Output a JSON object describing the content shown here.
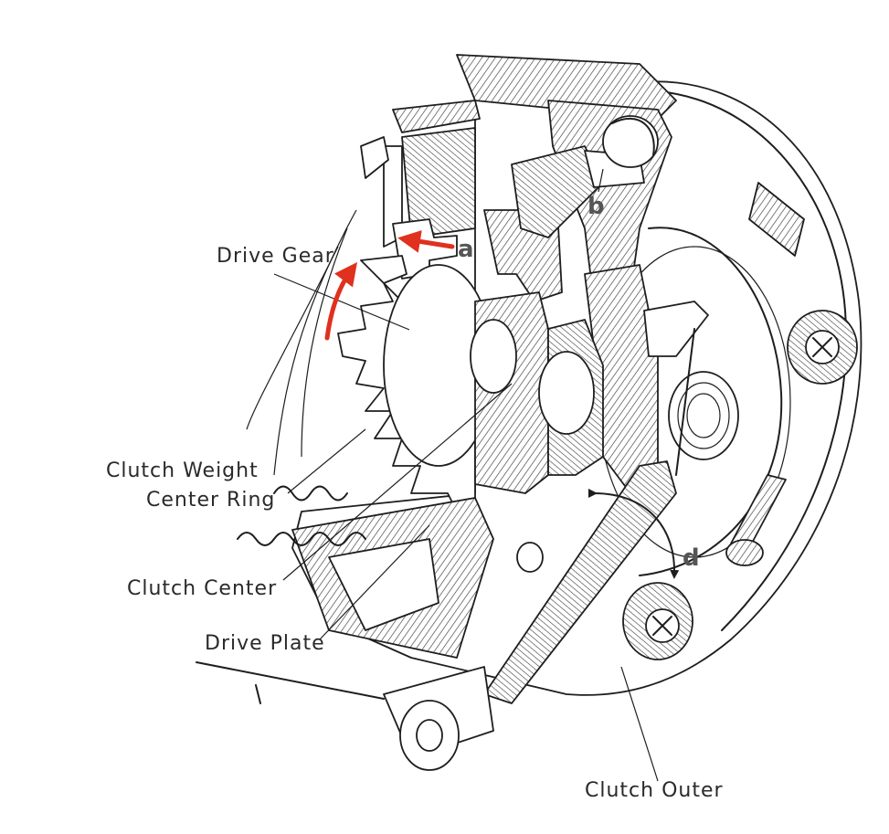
{
  "labels": {
    "drive_gear": "Drive Gear",
    "clutch_weight_line1": "Clutch Weight",
    "clutch_weight_line2": "Center Ring",
    "clutch_center": "Clutch Center",
    "drive_plate": "Drive Plate",
    "clutch_outer": "Clutch Outer"
  },
  "markers": {
    "a": "a",
    "b": "b",
    "d": "d"
  },
  "colors": {
    "arrow_red": "#e0301e",
    "line": "#1e1e1e",
    "marker_gray": "#555555"
  }
}
